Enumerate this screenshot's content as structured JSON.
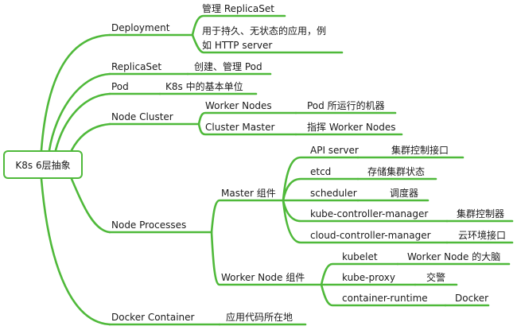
{
  "colors": {
    "branch": "#4fb93a",
    "text": "#1a1a1a"
  },
  "root": "K8s 6层抽象",
  "l1": {
    "deployment": "Deployment",
    "replicaset": "ReplicaSet",
    "pod": "Pod",
    "node_cluster": "Node Cluster",
    "node_processes": "Node Processes",
    "docker_container": "Docker Container"
  },
  "deployment": {
    "manage": "管理 ReplicaSet",
    "use_line1": "用于持久、无状态的应用，例",
    "use_line2": "如 HTTP server"
  },
  "replicaset": {
    "desc": "创建、管理 Pod"
  },
  "pod": {
    "desc": "K8s 中的基本单位"
  },
  "node_cluster": {
    "worker_nodes": "Worker Nodes",
    "worker_nodes_desc": "Pod 所运行的机器",
    "cluster_master": "Cluster Master",
    "cluster_master_desc": "指挥 Worker Nodes"
  },
  "master": {
    "label": "Master 组件",
    "api_server": "API server",
    "api_server_desc": "集群控制接口",
    "etcd": "etcd",
    "etcd_desc": "存储集群状态",
    "scheduler": "scheduler",
    "scheduler_desc": "调度器",
    "kcm": "kube-controller-manager",
    "kcm_desc": "集群控制器",
    "ccm": "cloud-controller-manager",
    "ccm_desc": "云环境接口"
  },
  "worker": {
    "label": "Worker Node 组件",
    "kubelet": "kubelet",
    "kubelet_desc": "Worker Node 的大脑",
    "kube_proxy": "kube-proxy",
    "kube_proxy_desc": "交警",
    "runtime": "container-runtime",
    "runtime_desc": "Docker"
  },
  "docker": {
    "desc": "应用代码所在地"
  }
}
